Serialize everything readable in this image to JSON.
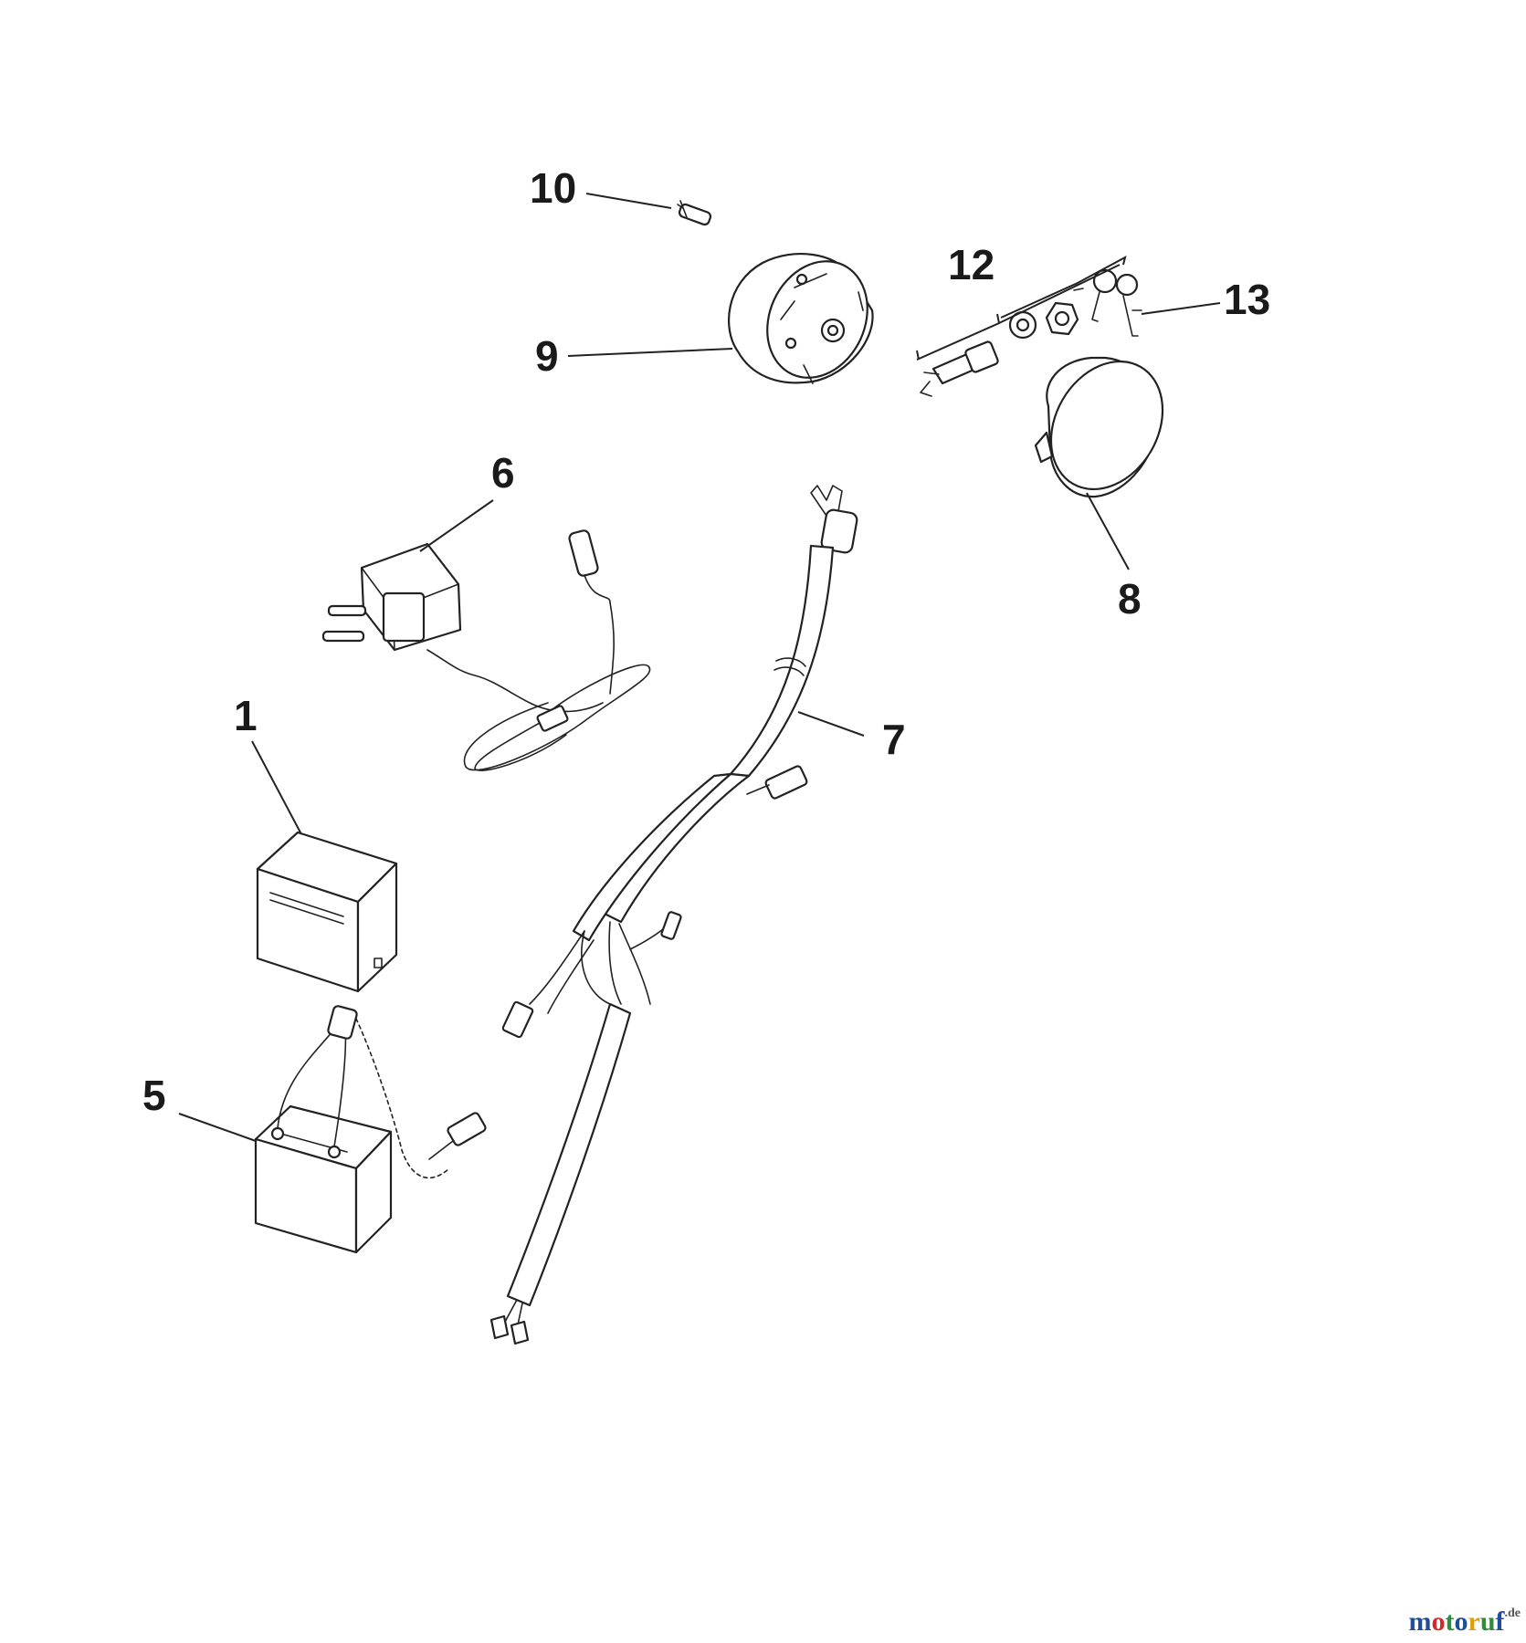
{
  "callouts": {
    "c1": "1",
    "c5": "5",
    "c6": "6",
    "c7": "7",
    "c8": "8",
    "c9": "9",
    "c10": "10",
    "c12": "12",
    "c13": "13"
  },
  "watermark": {
    "chars": [
      "m",
      "o",
      "t",
      "o",
      "r",
      "u",
      "f"
    ],
    "colors": [
      "#1f4e9c",
      "#d62a2a",
      "#2f8c3a",
      "#1f4e9c",
      "#e0a100",
      "#2f8c3a",
      "#1f4e9c"
    ],
    "tld": ".de"
  }
}
